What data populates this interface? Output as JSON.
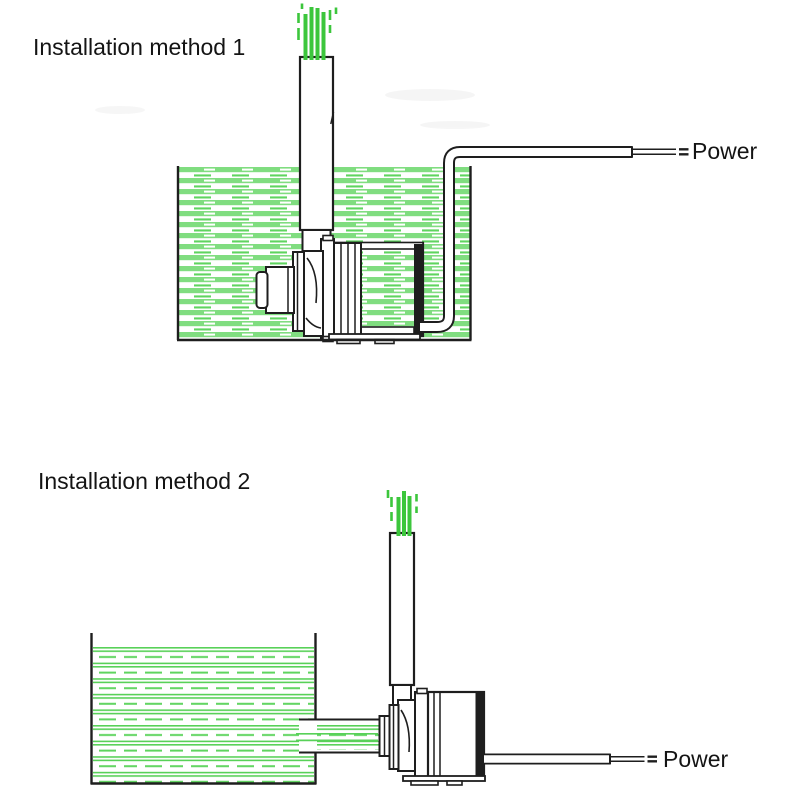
{
  "diagram": {
    "method1": {
      "title": "Installation method 1",
      "power_label": "Power"
    },
    "method2": {
      "title": "Installation method 2",
      "power_label": "Power"
    }
  },
  "colors": {
    "line_black": "#1e1e1e",
    "water_band_green": "#80dd80",
    "water_dash_green": "#5fd45f",
    "water_line_green": "#58d158",
    "spray_green": "#3cc63c"
  }
}
